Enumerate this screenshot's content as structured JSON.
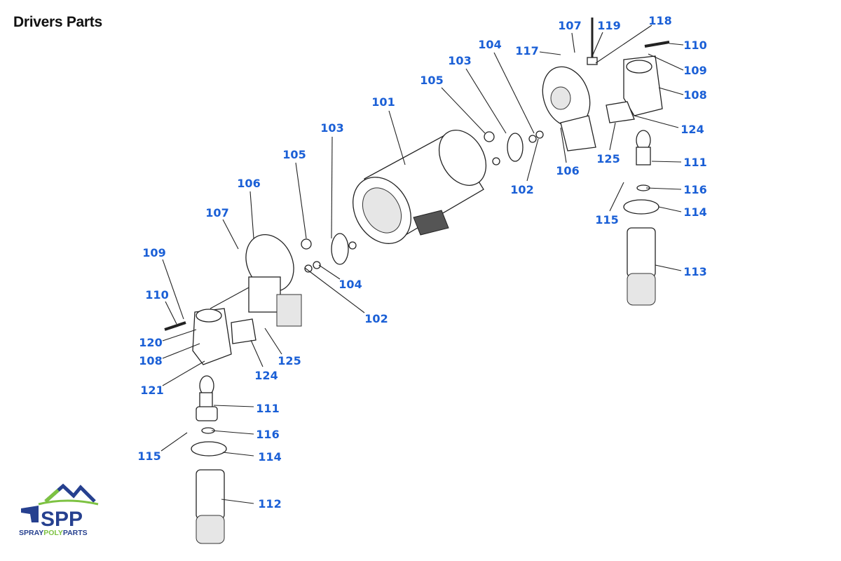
{
  "title": "Drivers Parts",
  "label_color": "#1a5fd6",
  "callouts": [
    "101",
    "103",
    "105",
    "106",
    "107",
    "109",
    "110",
    "120",
    "108",
    "121",
    "124",
    "125",
    "104",
    "102",
    "111",
    "116",
    "115",
    "114",
    "112",
    "105",
    "103",
    "104",
    "102",
    "106",
    "117",
    "107",
    "119",
    "118",
    "110",
    "109",
    "108",
    "124",
    "125",
    "111",
    "116",
    "115",
    "114",
    "113"
  ],
  "logo": {
    "mark": "SPP",
    "name": "SPRAYPOLYPARTS",
    "colors": {
      "blue": "#26408f",
      "green": "#7dc242"
    }
  }
}
